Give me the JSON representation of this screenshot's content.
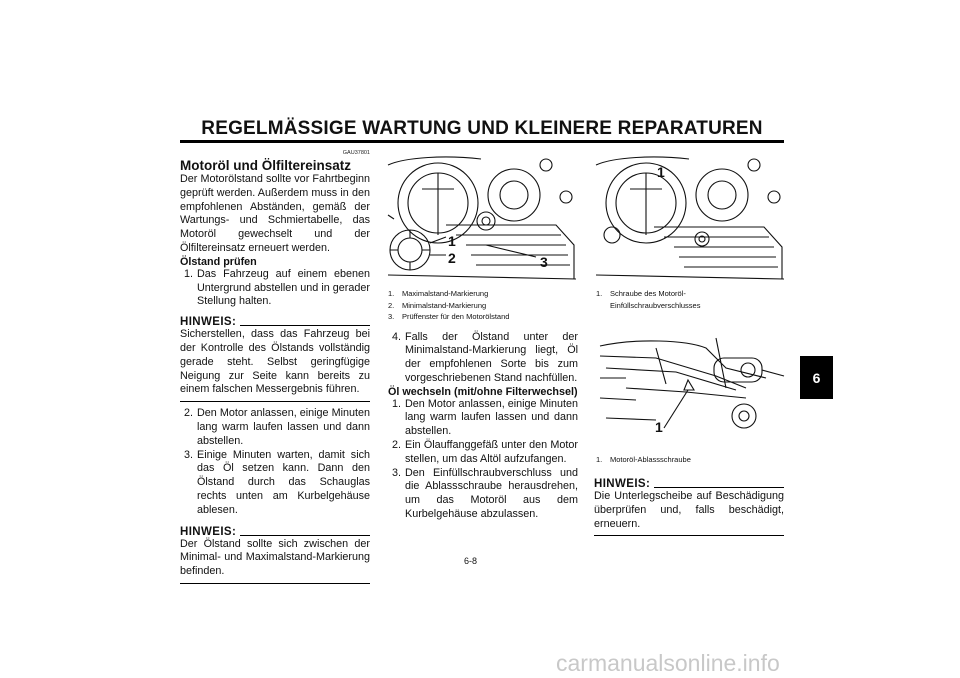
{
  "header": {
    "title": "REGELMÄSSIGE WARTUNG UND KLEINERE REPARATUREN"
  },
  "tab": {
    "number": "6"
  },
  "col1": {
    "code": "GAU37801",
    "heading": "Motoröl und Ölfiltereinsatz",
    "intro": "Der Motorölstand sollte vor Fahrtbeginn geprüft werden. Außerdem muss in den empfohlenen Abständen, gemäß der Wartungs- und Schmiertabelle, das Motoröl gewechselt und der Ölfiltereinsatz erneuert werden.",
    "subheading": "Ölstand prüfen",
    "steps1": [
      {
        "n": "1.",
        "text": "Das Fahrzeug auf einem ebenen Untergrund abstellen und in gerader Stellung halten."
      }
    ],
    "note1": {
      "label": "HINWEIS:",
      "text": "Sicherstellen, dass das Fahrzeug bei der Kontrolle des Ölstands vollständig gerade steht. Selbst geringfügige Neigung zur Seite kann bereits zu einem falschen Messergebnis führen."
    },
    "steps2": [
      {
        "n": "2.",
        "text": "Den Motor anlassen, einige Minuten lang warm laufen lassen und dann abstellen."
      },
      {
        "n": "3.",
        "text": "Einige Minuten warten, damit sich das Öl setzen kann. Dann den Ölstand durch das Schauglas rechts unten am Kurbelgehäuse ablesen."
      }
    ],
    "note2": {
      "label": "HINWEIS:",
      "text": "Der Ölstand sollte sich zwischen der Minimal- und Maximalstand-Markierung befinden."
    }
  },
  "col2": {
    "figure": {
      "callouts": [
        "1",
        "2",
        "3"
      ]
    },
    "captions": [
      "Maximalstand-Markierung",
      "Minimalstand-Markierung",
      "Prüffenster für den Motorölstand"
    ],
    "steps3": [
      {
        "n": "4.",
        "text": "Falls der Ölstand unter der Minimalstand-Markierung liegt, Öl der empfohlenen Sorte bis zum vorgeschriebenen Stand nachfüllen."
      }
    ],
    "subheading": "Öl wechseln (mit/ohne Filterwechsel)",
    "steps4": [
      {
        "n": "1.",
        "text": "Den Motor anlassen, einige Minuten lang warm laufen lassen und dann abstellen."
      },
      {
        "n": "2.",
        "text": "Ein Ölauffanggefäß unter den Motor stellen, um das Altöl aufzufangen."
      },
      {
        "n": "3.",
        "text": "Den Einfüllschraubverschluss und die Ablassschraube herausdrehen, um das Motoröl aus dem Kurbelgehäuse abzulassen."
      }
    ]
  },
  "col3": {
    "figure1": {
      "callout": "1"
    },
    "caption1": {
      "n": "1.",
      "line1": "Schraube des Motoröl-",
      "line2": "Einfüllschraubverschlusses"
    },
    "figure2": {
      "callout": "1"
    },
    "caption2": {
      "n": "1.",
      "text": "Motoröl-Ablassschraube"
    },
    "note3": {
      "label": "HINWEIS:",
      "text": "Die Unterlegscheibe auf Beschädigung überprüfen und, falls beschädigt, erneuern."
    }
  },
  "footer": {
    "page": "6-8",
    "watermark": "carmanualsonline.info"
  }
}
